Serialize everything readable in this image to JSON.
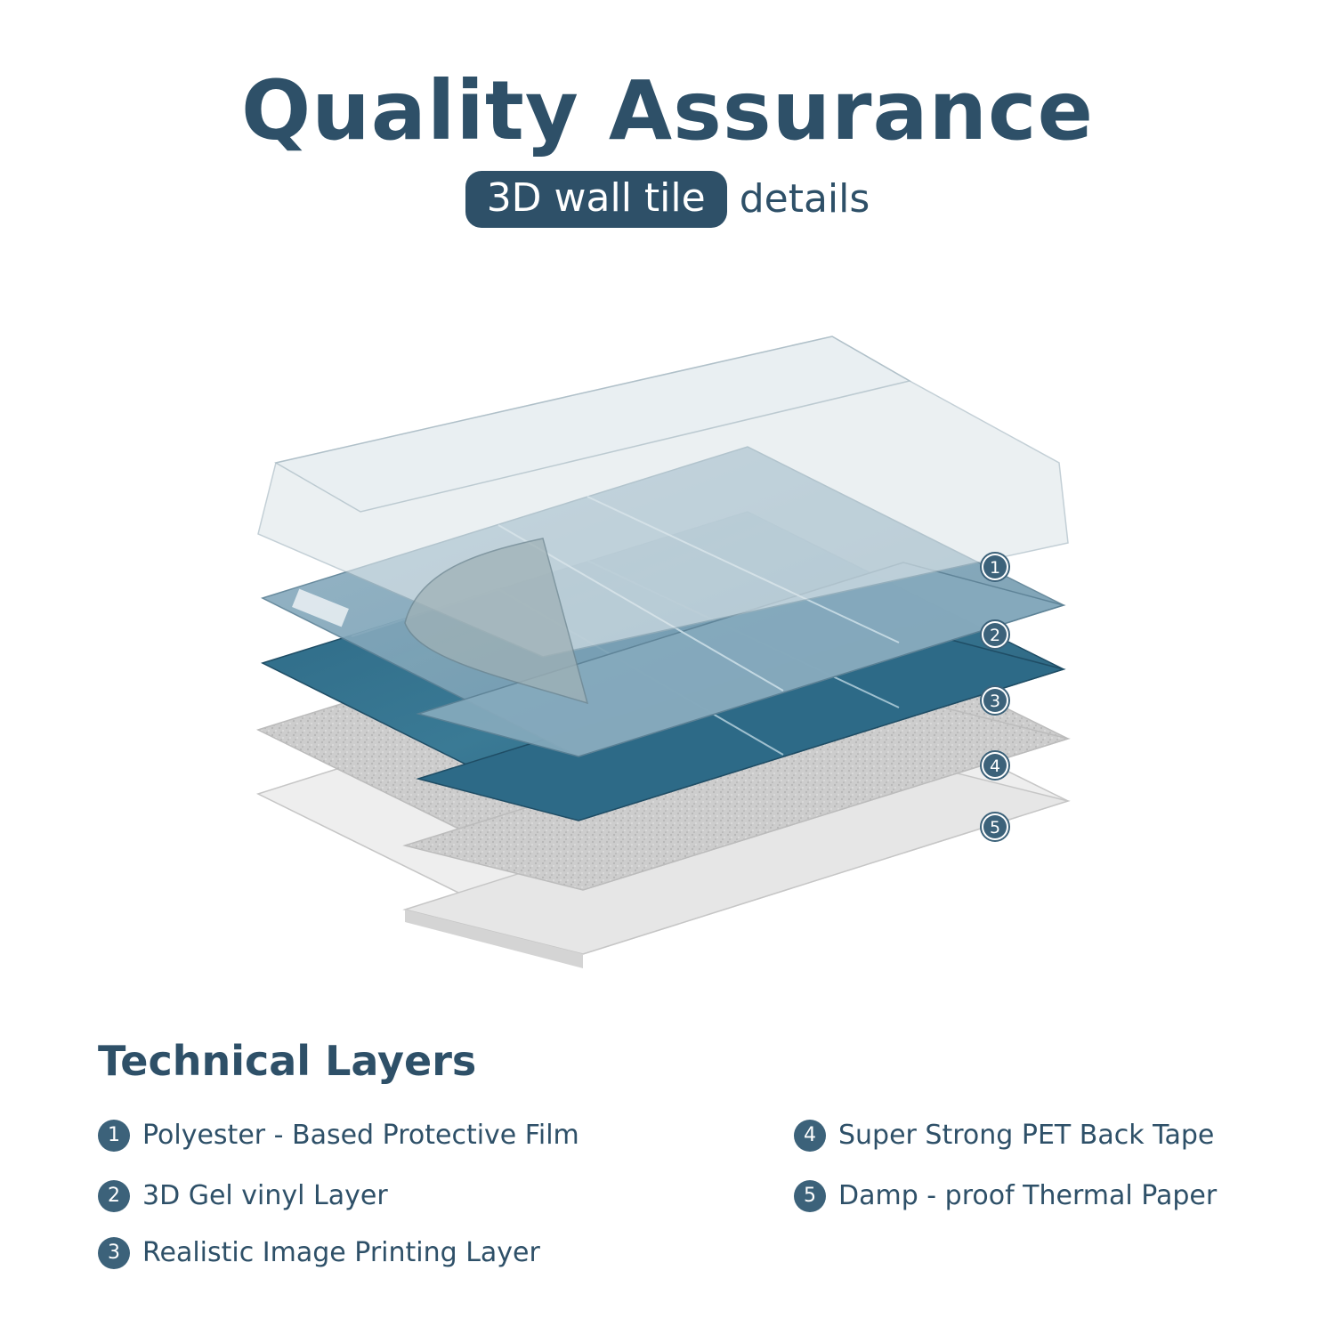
{
  "header": {
    "title": "Quality Assurance",
    "pill_text": "3D wall tile",
    "subtitle_rest": "details"
  },
  "diagram": {
    "markers": [
      "1",
      "2",
      "3",
      "4",
      "5"
    ],
    "colors": {
      "accent": "#2e5068",
      "marker": "#3c627a",
      "tile_blue": "#2f6985",
      "gel_blue": "#7fa6bb",
      "tape_gray": "#cfcfcf",
      "paper_gray": "#ededed"
    }
  },
  "section": {
    "heading": "Technical Layers",
    "items": [
      {
        "num": "1",
        "label": "Polyester - Based Protective Film"
      },
      {
        "num": "2",
        "label": "3D Gel vinyl Layer"
      },
      {
        "num": "3",
        "label": "Realistic Image Printing Layer"
      },
      {
        "num": "4",
        "label": "Super Strong PET Back Tape"
      },
      {
        "num": "5",
        "label": "Damp - proof Thermal Paper"
      }
    ]
  }
}
